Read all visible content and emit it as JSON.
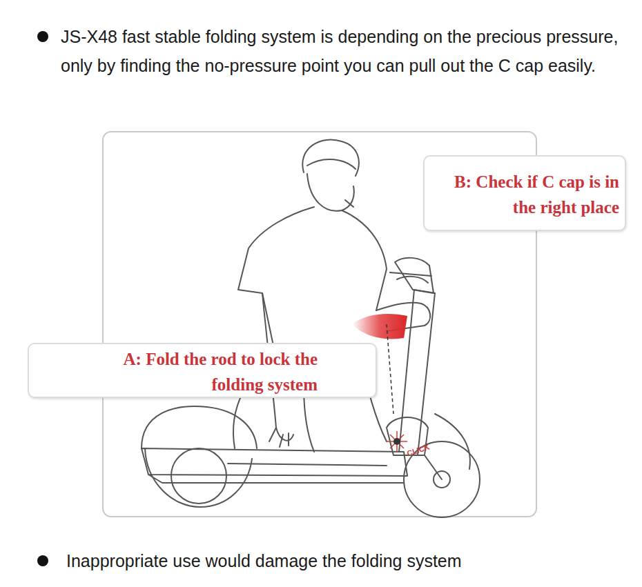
{
  "diagram": {
    "nodes": [
      {
        "text": [
          "B: Check if C cap is in the right place"
        ]
      },
      {
        "text": [
          "A: Fold the rod to lock the folding system"
        ]
      }
    ],
    "labels": [
      "JS-X48 fast stable folding system is depending on the precious pressure, only by finding the no-pressure point you can pull out the C cap easily.",
      "CLICK",
      "Inappropriate use would damage the folding system"
    ]
  }
}
